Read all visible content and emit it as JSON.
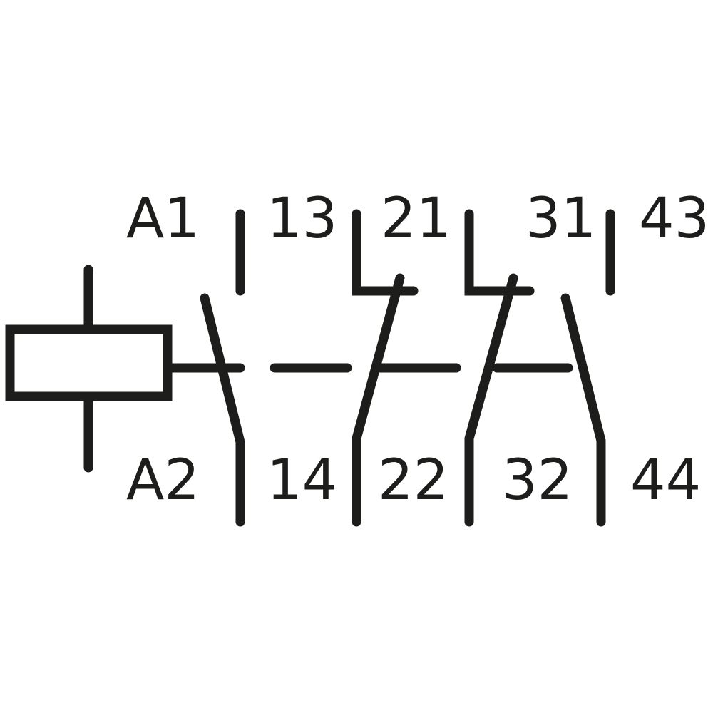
{
  "diagram": {
    "labels": {
      "coil_top": "A1",
      "coil_bottom": "A2",
      "contact_1_top": "13",
      "contact_1_bottom": "14",
      "contact_2_top": "21",
      "contact_2_bottom": "22",
      "contact_3_top": "31",
      "contact_3_bottom": "32",
      "contact_4_top": "43",
      "contact_4_bottom": "44"
    },
    "colors": {
      "ink": "#1d1d1b",
      "background": "#ffffff"
    }
  }
}
